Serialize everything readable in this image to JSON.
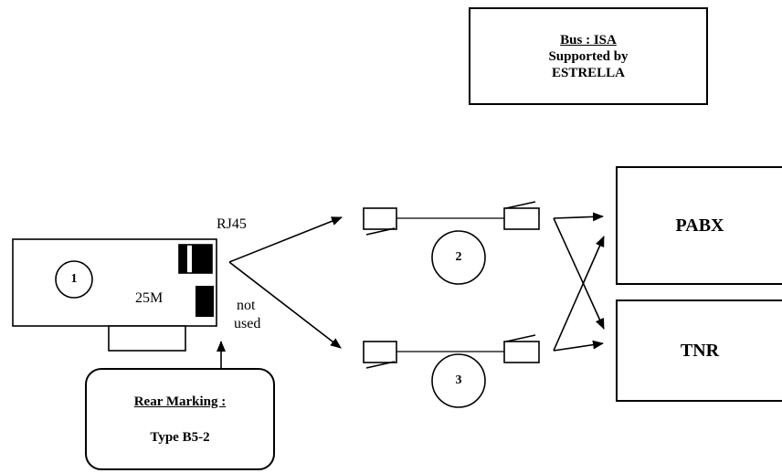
{
  "bus_box": {
    "line1": "Bus : ISA",
    "line2": "Supported by",
    "line3": "ESTRELLA"
  },
  "devices": {
    "pabx": "PABX",
    "tnr": "TNR"
  },
  "card": {
    "number": "1",
    "connector_label": "RJ45",
    "port_label": "25M",
    "unused_line1": "not",
    "unused_line2": "used"
  },
  "cables": {
    "top_number": "2",
    "bottom_number": "3"
  },
  "rear_marking": {
    "title": "Rear Marking :",
    "type": "Type B5-2"
  }
}
